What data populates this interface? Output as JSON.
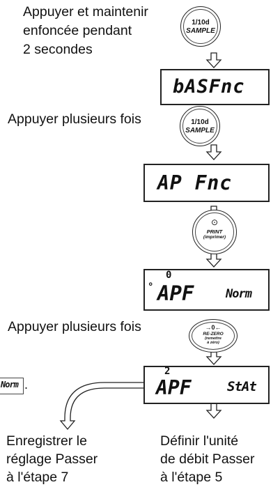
{
  "steps": {
    "hold_text": [
      "Appuyer et maintenir",
      "enfoncée pendant",
      "2 secondes"
    ],
    "press_text_1": "Appuyer plusieurs fois",
    "press_text_2": "Appuyer plusieurs fois"
  },
  "buttons": {
    "sample": {
      "top": "1/10d",
      "bottom": "SAMPLE"
    },
    "print": {
      "symbol": "⊙",
      "line1": "PRINT",
      "line2": "(imprimer)"
    },
    "rezero": {
      "line1": "→0←",
      "line2": "RE-ZERO",
      "line3": "(remettre",
      "line4": "à zéro)"
    }
  },
  "displays": {
    "basfnc": "bASFnc",
    "apfnc": "AP Fnc",
    "apf_norm": {
      "index": "0",
      "dot": "°",
      "code": "APF",
      "value": "Norm"
    },
    "apf_stat": {
      "index": "2",
      "code": "APF",
      "value": "StAt"
    }
  },
  "left_label": {
    "icon_text": "Norm",
    "suffix": "."
  },
  "outcomes": {
    "left": [
      "Enregistrer le",
      "réglage Passer",
      "à l'étape 7"
    ],
    "right": [
      "Définir l'unité",
      "de débit Passer",
      "à l'étape 5"
    ]
  }
}
